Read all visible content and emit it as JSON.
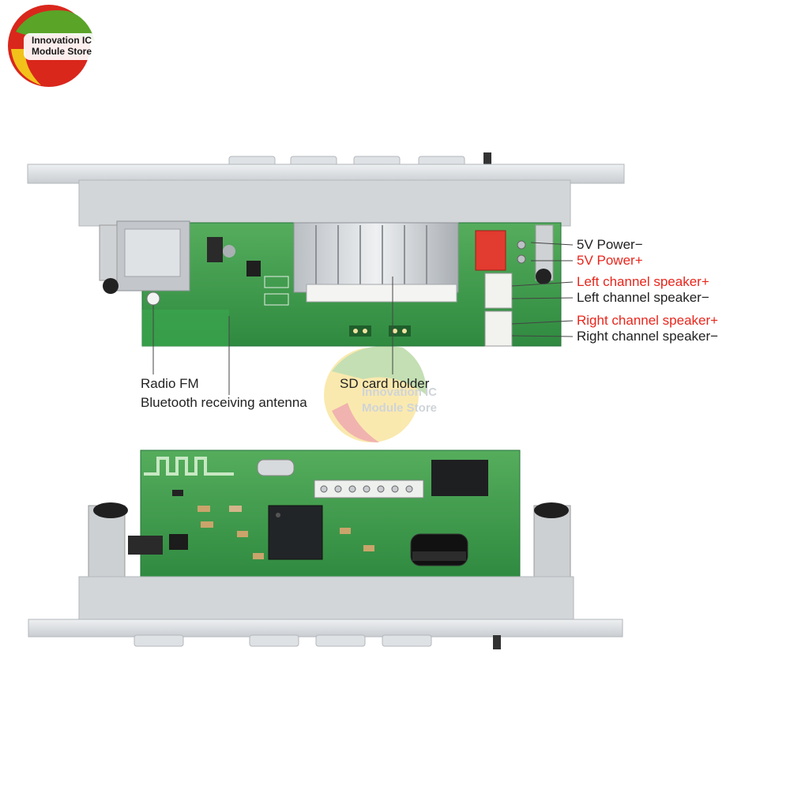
{
  "brand": {
    "logo_line1": "Innovation IC",
    "logo_line2": "Module Store",
    "watermark_line1": "Innovation IC",
    "watermark_line2": "Module Store",
    "colors": {
      "leaf_green": "#5aa428",
      "leaf_yellow": "#f2c21b",
      "leaf_red": "#d9271c"
    }
  },
  "labels": {
    "power_minus": "5V Power−",
    "power_plus": "5V Power+",
    "left_plus": "Left channel speaker+",
    "left_minus": "Left channel speaker−",
    "right_plus": "Right channel speaker+",
    "right_minus": "Right channel speaker−",
    "radio_fm": "Radio FM",
    "bt_antenna": "Bluetooth receiving antenna",
    "sd_holder": "SD card holder"
  },
  "colors": {
    "accent_red": "#e8261c",
    "text": "#222222",
    "pcb_green": "#3f9a4c",
    "panel_gray": "#d7dadd"
  }
}
